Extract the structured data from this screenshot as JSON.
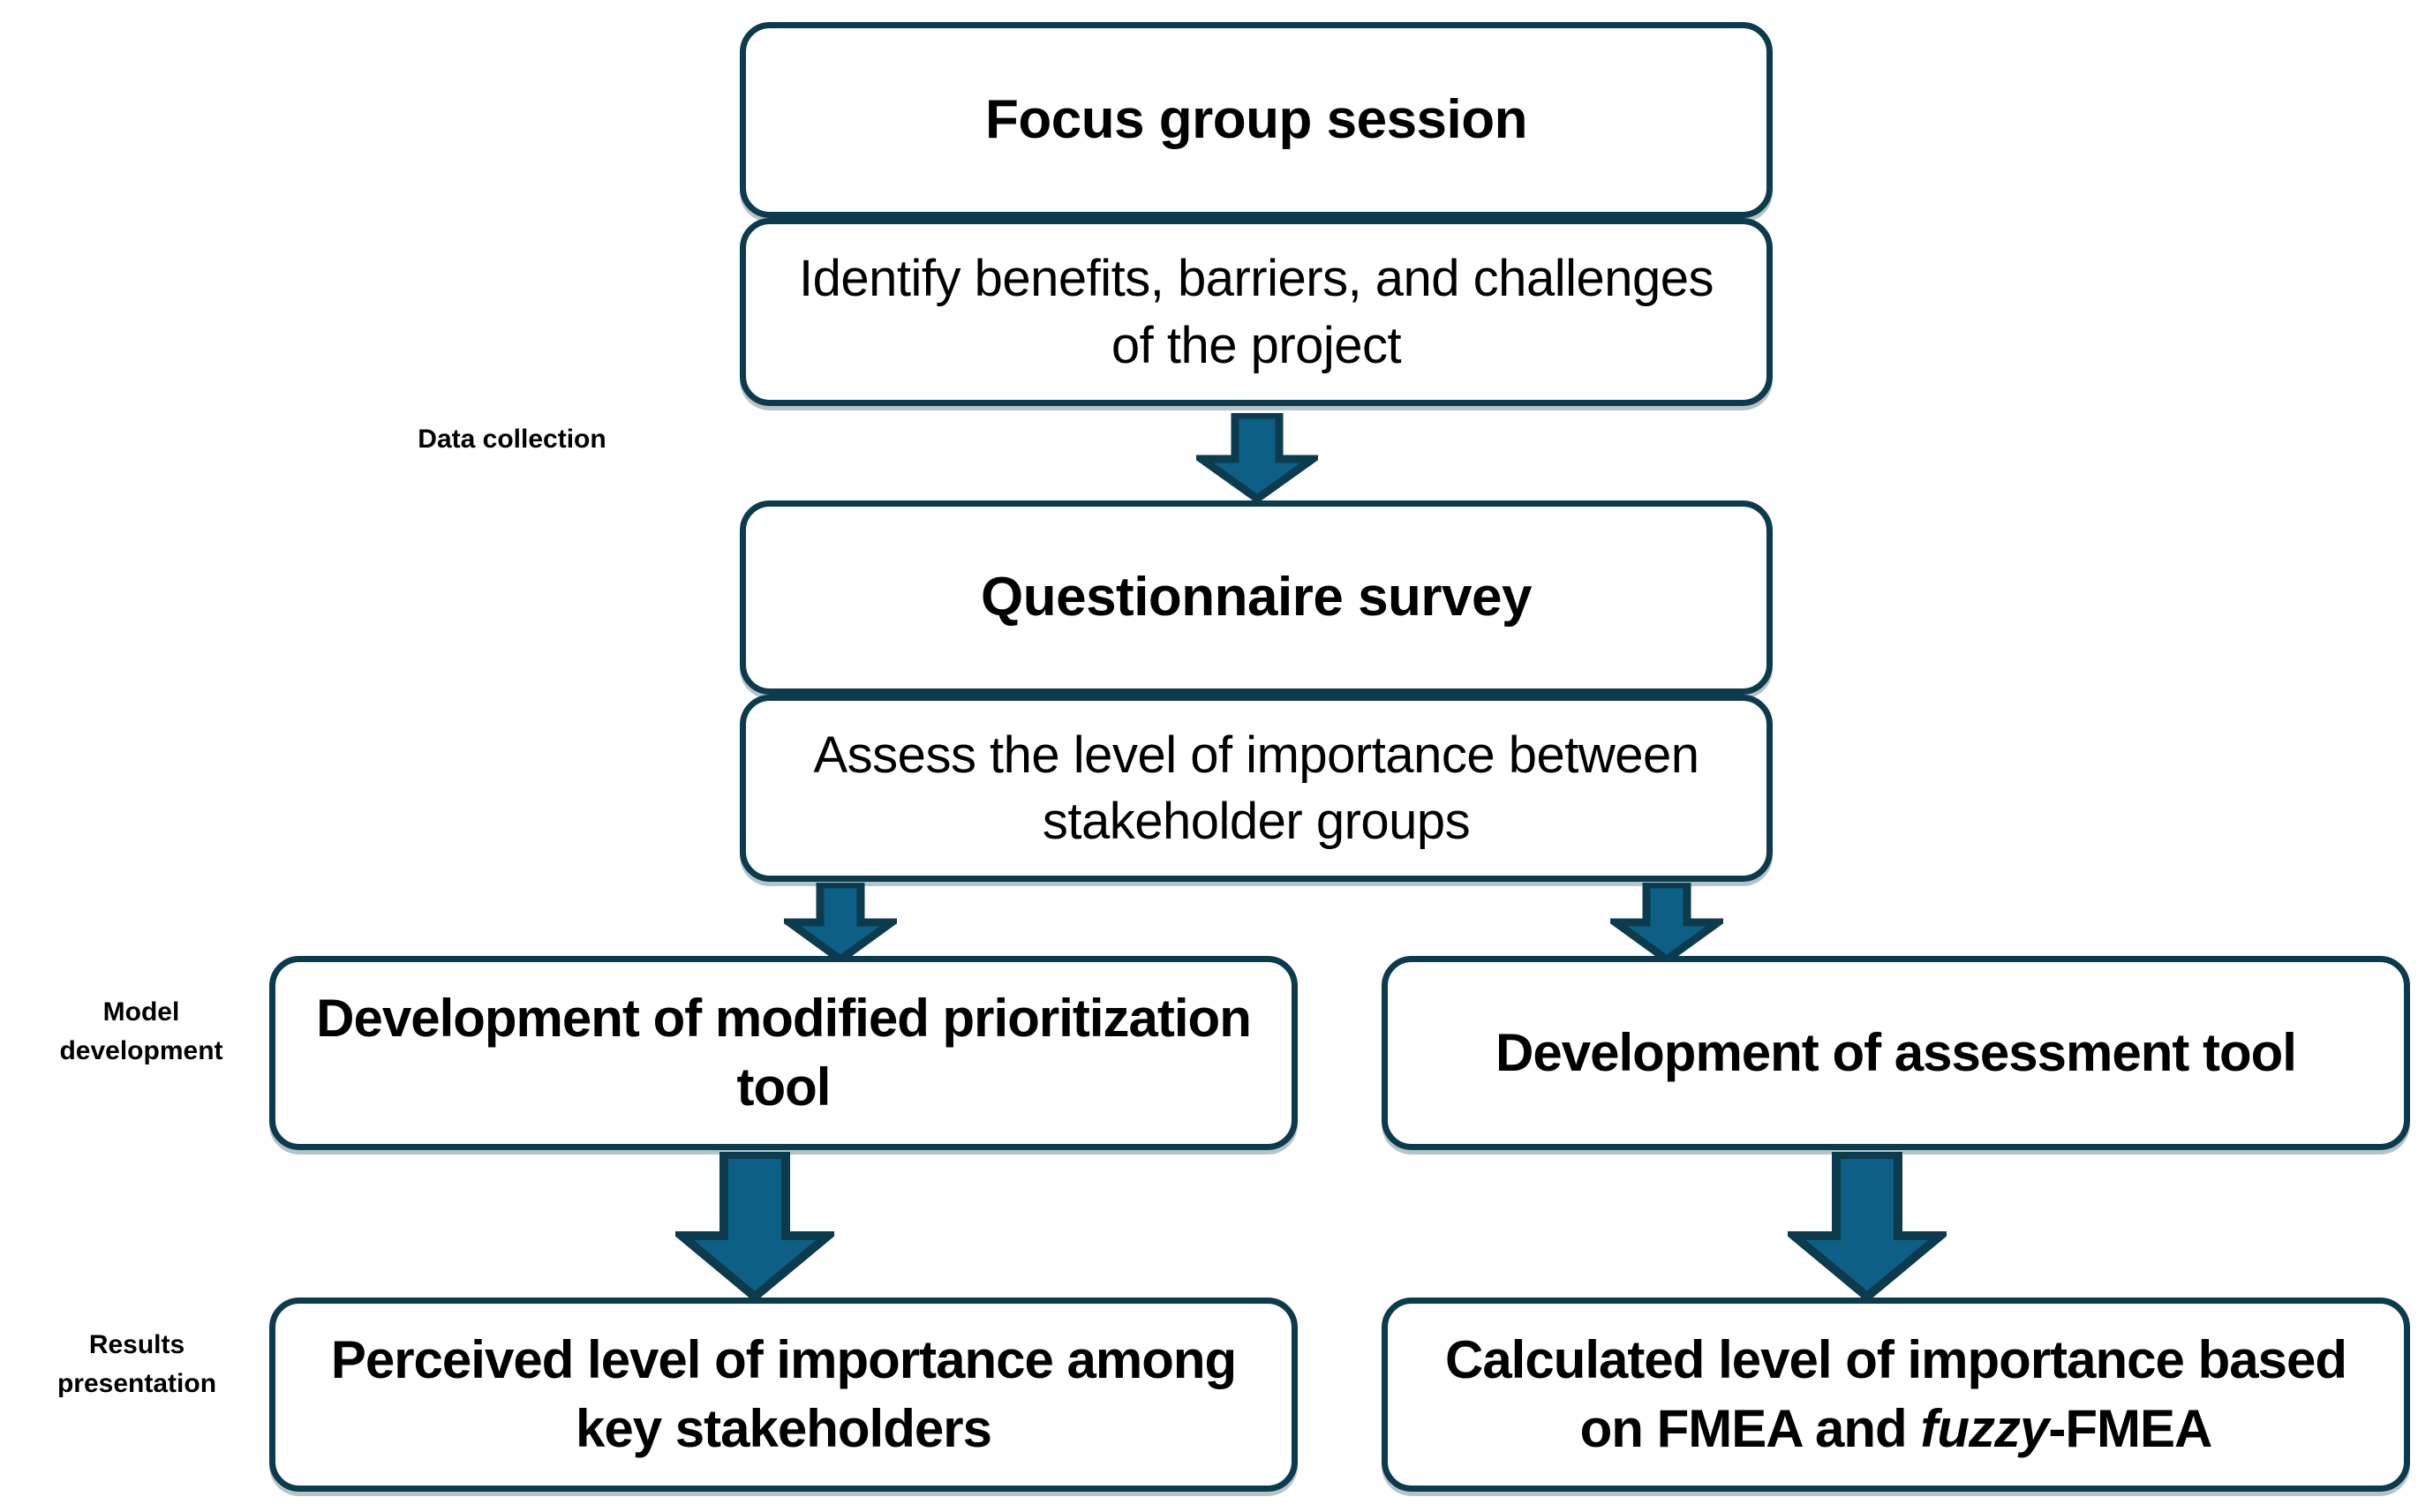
{
  "diagram": {
    "title": "Research methodology flowchart",
    "colors": {
      "box_border": "#0C3B4E",
      "box_fill": "#FFFFFF",
      "arrow_fill": "#0E5F86",
      "arrow_stroke": "#0C3B4E",
      "text": "#000000",
      "background": "#FFFFFF"
    },
    "stages": [
      {
        "id": "data-collection",
        "label_line1": "Data collection",
        "label_line2": ""
      },
      {
        "id": "model-development",
        "label_line1": "Model",
        "label_line2": "development"
      },
      {
        "id": "results-presentation",
        "label_line1": "Results",
        "label_line2": "presentation"
      }
    ],
    "nodes": [
      {
        "id": "focus-group-session",
        "kind": "title",
        "text": "Focus group session"
      },
      {
        "id": "focus-group-description",
        "kind": "description",
        "text": "Identify benefits, barriers, and challenges of the project"
      },
      {
        "id": "questionnaire-survey",
        "kind": "title",
        "text": "Questionnaire survey"
      },
      {
        "id": "questionnaire-description",
        "kind": "description",
        "text": "Assess the level of importance between stakeholder groups"
      },
      {
        "id": "development-prioritization-tool",
        "kind": "strong",
        "text": "Development of modified prioritization tool"
      },
      {
        "id": "development-assessment-tool",
        "kind": "strong",
        "text": "Development of assessment tool"
      },
      {
        "id": "perceived-level-importance",
        "kind": "strong",
        "text": "Perceived level of importance among key stakeholders"
      },
      {
        "id": "calculated-level-importance",
        "kind": "strong",
        "text_before_italic": "Calculated level of importance based on FMEA and ",
        "text_italic": "fuzzy",
        "text_after_italic": "-FMEA"
      }
    ],
    "connectors": [
      {
        "id": "arrow-focus-to-survey",
        "from": "focus-group-description",
        "to": "questionnaire-survey"
      },
      {
        "id": "arrow-survey-to-prioritization-tool",
        "from": "questionnaire-description",
        "to": "development-prioritization-tool"
      },
      {
        "id": "arrow-survey-to-assessment-tool",
        "from": "questionnaire-description",
        "to": "development-assessment-tool"
      },
      {
        "id": "arrow-prioritization-tool-to-results",
        "from": "development-prioritization-tool",
        "to": "perceived-level-importance"
      },
      {
        "id": "arrow-assessment-tool-to-results",
        "from": "development-assessment-tool",
        "to": "calculated-level-importance"
      }
    ]
  }
}
